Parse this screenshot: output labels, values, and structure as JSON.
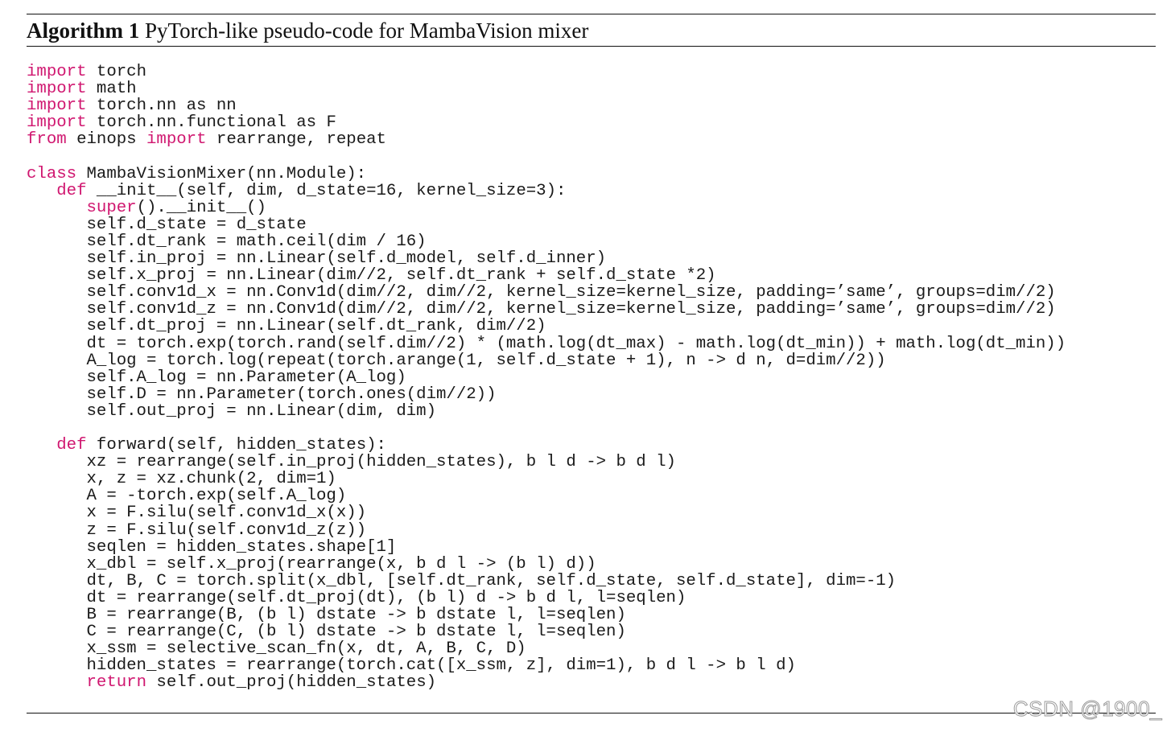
{
  "algorithm": {
    "label": "Algorithm 1",
    "title": "PyTorch-like pseudo-code for MambaVision mixer"
  },
  "colors": {
    "keyword": "#d01770",
    "text": "#1a1a1a"
  },
  "code_lines": [
    [
      {
        "t": "import",
        "k": 1
      },
      {
        "t": " torch"
      }
    ],
    [
      {
        "t": "import",
        "k": 1
      },
      {
        "t": " math"
      }
    ],
    [
      {
        "t": "import",
        "k": 1
      },
      {
        "t": " torch.nn as nn"
      }
    ],
    [
      {
        "t": "import",
        "k": 1
      },
      {
        "t": " torch.nn.functional as F"
      }
    ],
    [
      {
        "t": "from",
        "k": 1
      },
      {
        "t": " einops "
      },
      {
        "t": "import",
        "k": 1
      },
      {
        "t": " rearrange, repeat"
      }
    ],
    [],
    [
      {
        "t": "class",
        "k": 1
      },
      {
        "t": " MambaVisionMixer(nn.Module):"
      }
    ],
    [
      {
        "t": "   "
      },
      {
        "t": "def",
        "k": 1
      },
      {
        "t": " __init__(self, dim, d_state=16, kernel_size=3):"
      }
    ],
    [
      {
        "t": "      "
      },
      {
        "t": "super",
        "k": 1
      },
      {
        "t": "().__init__()"
      }
    ],
    [
      {
        "t": "      self.d_state = d_state"
      }
    ],
    [
      {
        "t": "      self.dt_rank = math.ceil(dim / 16)"
      }
    ],
    [
      {
        "t": "      self.in_proj = nn.Linear(self.d_model, self.d_inner)"
      }
    ],
    [
      {
        "t": "      self.x_proj = nn.Linear(dim//2, self.dt_rank + self.d_state *2)"
      }
    ],
    [
      {
        "t": "      self.conv1d_x = nn.Conv1d(dim//2, dim//2, kernel_size=kernel_size, padding=’same’, groups=dim//2)"
      }
    ],
    [
      {
        "t": "      self.conv1d_z = nn.Conv1d(dim//2, dim//2, kernel_size=kernel_size, padding=’same’, groups=dim//2)"
      }
    ],
    [
      {
        "t": "      self.dt_proj = nn.Linear(self.dt_rank, dim//2)"
      }
    ],
    [
      {
        "t": "      dt = torch.exp(torch.rand(self.dim//2) * (math.log(dt_max) - math.log(dt_min)) + math.log(dt_min))"
      }
    ],
    [
      {
        "t": "      A_log = torch.log(repeat(torch.arange(1, self.d_state + 1), n -> d n, d=dim//2))"
      }
    ],
    [
      {
        "t": "      self.A_log = nn.Parameter(A_log)"
      }
    ],
    [
      {
        "t": "      self.D = nn.Parameter(torch.ones(dim//2))"
      }
    ],
    [
      {
        "t": "      self.out_proj = nn.Linear(dim, dim)"
      }
    ],
    [],
    [
      {
        "t": "   "
      },
      {
        "t": "def",
        "k": 1
      },
      {
        "t": " forward(self, hidden_states):"
      }
    ],
    [
      {
        "t": "      xz = rearrange(self.in_proj(hidden_states), b l d -> b d l)"
      }
    ],
    [
      {
        "t": "      x, z = xz.chunk(2, dim=1)"
      }
    ],
    [
      {
        "t": "      A = -torch.exp(self.A_log)"
      }
    ],
    [
      {
        "t": "      x = F.silu(self.conv1d_x(x))"
      }
    ],
    [
      {
        "t": "      z = F.silu(self.conv1d_z(z))"
      }
    ],
    [
      {
        "t": "      seqlen = hidden_states.shape[1]"
      }
    ],
    [
      {
        "t": "      x_dbl = self.x_proj(rearrange(x, b d l -> (b l) d))"
      }
    ],
    [
      {
        "t": "      dt, B, C = torch.split(x_dbl, [self.dt_rank, self.d_state, self.d_state], dim=-1)"
      }
    ],
    [
      {
        "t": "      dt = rearrange(self.dt_proj(dt), (b l) d -> b d l, l=seqlen)"
      }
    ],
    [
      {
        "t": "      B = rearrange(B, (b l) dstate -> b dstate l, l=seqlen)"
      }
    ],
    [
      {
        "t": "      C = rearrange(C, (b l) dstate -> b dstate l, l=seqlen)"
      }
    ],
    [
      {
        "t": "      x_ssm = selective_scan_fn(x, dt, A, B, C, D)"
      }
    ],
    [
      {
        "t": "      hidden_states = rearrange(torch.cat([x_ssm, z], dim=1), b d l -> b l d)"
      }
    ],
    [
      {
        "t": "      "
      },
      {
        "t": "return",
        "k": 1
      },
      {
        "t": " self.out_proj(hidden_states)"
      }
    ]
  ],
  "watermark": "CSDN @1900_"
}
